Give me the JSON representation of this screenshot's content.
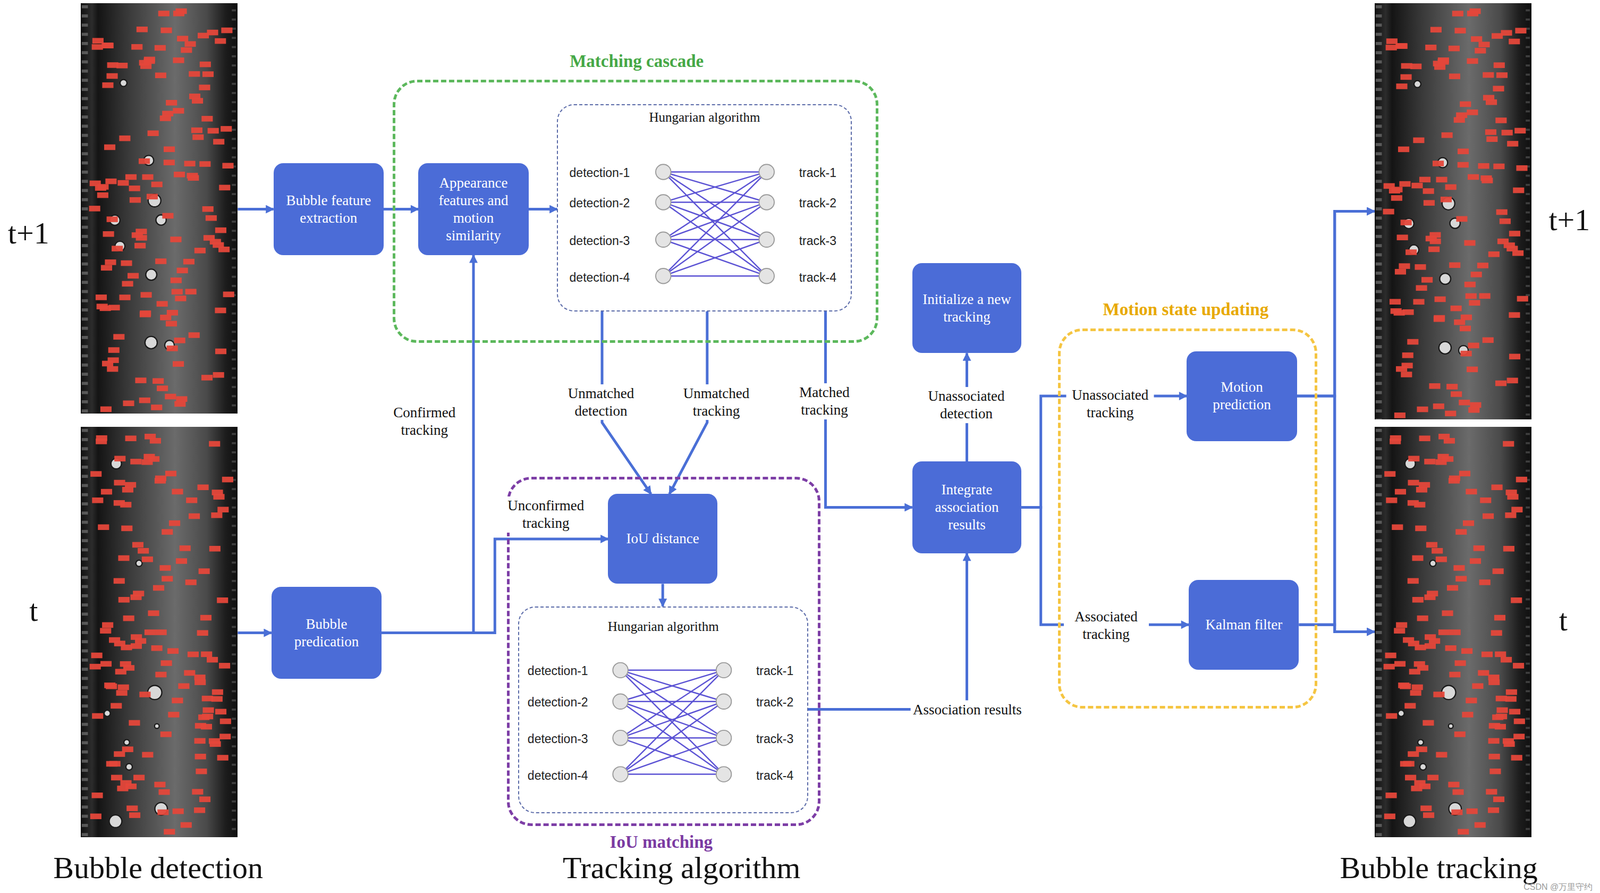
{
  "diagram": {
    "nodes": [
      {
        "text": [
          "t+1"
        ]
      },
      {
        "text": [
          "t"
        ]
      },
      {
        "text": [
          "Bubble feature extraction"
        ]
      },
      {
        "text": [
          "Matching cascade"
        ]
      },
      {
        "text": [
          "Appearance features and motion similarity"
        ],
        "in": 3
      },
      {
        "text": [
          "Hungarian algorithm",
          "detection-1",
          "detection-2",
          "detection-3",
          "detection-4",
          "track-1",
          "track-2",
          "track-3",
          "track-4"
        ],
        "in": 3
      },
      {
        "text": [
          "Bubble predication"
        ]
      },
      {
        "text": [
          "IoU matching"
        ]
      },
      {
        "text": [
          "IoU distance"
        ],
        "in": 7
      },
      {
        "text": [
          "Hungarian algorithm",
          "detection-1",
          "detection-2",
          "detection-3",
          "detection-4",
          "track-1",
          "track-2",
          "track-3",
          "track-4"
        ],
        "in": 7
      },
      {
        "text": [
          "Initialize a new tracking"
        ]
      },
      {
        "text": [
          "Integrate association results"
        ]
      },
      {
        "text": [
          "Motion state updating"
        ]
      },
      {
        "text": [
          "Motion prediction"
        ],
        "in": 12
      },
      {
        "text": [
          "Kalman filter"
        ],
        "in": 12
      },
      {
        "text": [
          "t+1"
        ]
      },
      {
        "text": [
          "t"
        ]
      }
    ],
    "edges": [
      {
        "from": 0,
        "to": 2,
        "arrow": "to"
      },
      {
        "from": 2,
        "to": 4,
        "arrow": "to"
      },
      {
        "from": 4,
        "to": 5,
        "arrow": "to"
      },
      {
        "from": 1,
        "to": 6,
        "arrow": "to"
      },
      {
        "from": 6,
        "to": 4,
        "label": "Confirmed tracking",
        "arrow": "to"
      },
      {
        "from": 6,
        "to": 8,
        "label": "Unconfirmed tracking",
        "arrow": "to"
      },
      {
        "from": 5,
        "to": 8,
        "label": "Unmatched detection",
        "arrow": "to"
      },
      {
        "from": 5,
        "to": 8,
        "label": "Unmatched tracking",
        "arrow": "to"
      },
      {
        "from": 5,
        "to": 11,
        "label": "Matched tracking",
        "arrow": "to"
      },
      {
        "from": 8,
        "to": 9,
        "arrow": "to"
      },
      {
        "from": 9,
        "to": 11,
        "label": "Association results",
        "arrow": "to"
      },
      {
        "from": 11,
        "to": 10,
        "label": "Unassociated detection",
        "arrow": "to"
      },
      {
        "from": 11,
        "to": 13,
        "label": "Unassociated tracking",
        "arrow": "to"
      },
      {
        "from": 11,
        "to": 14,
        "label": "Associated tracking",
        "arrow": "to"
      },
      {
        "from": 13,
        "to": 15,
        "arrow": "to"
      },
      {
        "from": 13,
        "to": 16,
        "arrow": "to"
      },
      {
        "from": 14,
        "to": 15,
        "arrow": "to"
      },
      {
        "from": 14,
        "to": 16,
        "arrow": "to"
      }
    ],
    "labels": [
      "Bubble detection",
      "Tracking algorithm",
      "Bubble tracking",
      "CSDN @万里守约"
    ]
  }
}
